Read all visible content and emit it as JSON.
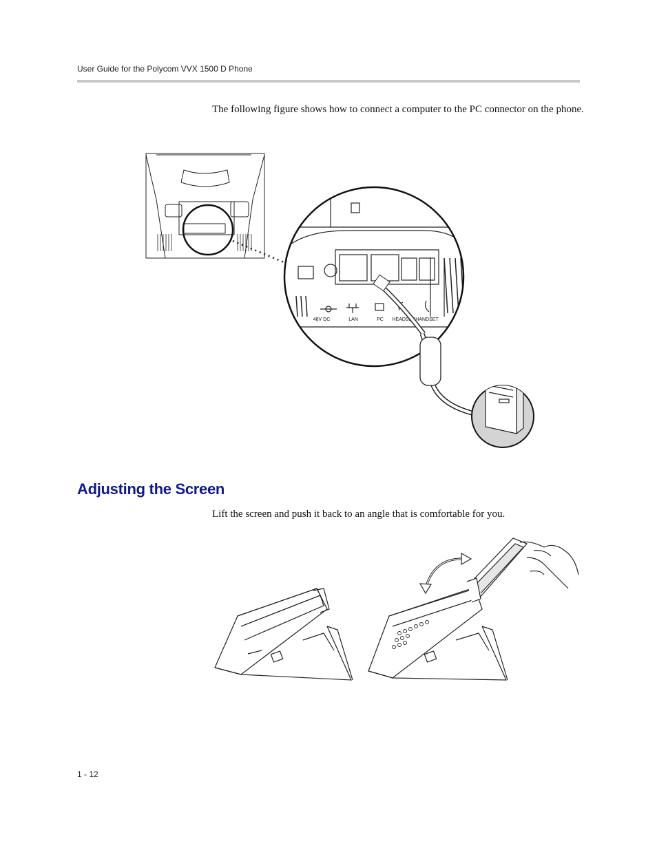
{
  "header": {
    "running_title": "User Guide for the Polycom VVX 1500 D Phone"
  },
  "intro": {
    "paragraph": "The following figure shows how to connect a computer to the PC connector on the phone."
  },
  "figure_connect_pc": {
    "port_labels": {
      "power": "48V DC",
      "lan": "LAN",
      "pc": "PC",
      "headset": "HEADSET",
      "handset": "HANDSET"
    }
  },
  "section": {
    "heading": "Adjusting the Screen",
    "paragraph": "Lift the screen and push it back to an angle that is comfortable for you."
  },
  "footer": {
    "page_number": "1 - 12"
  }
}
